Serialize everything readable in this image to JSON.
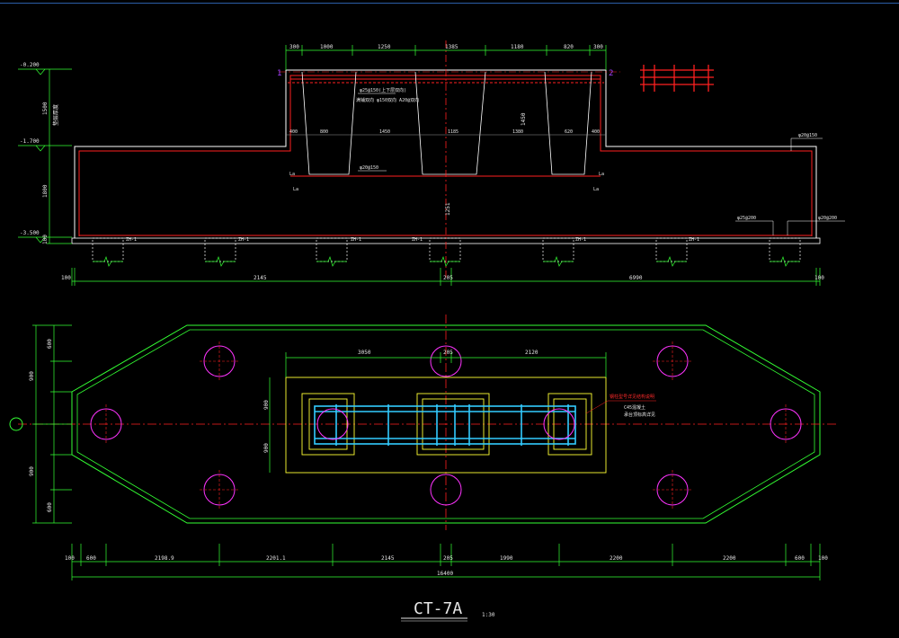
{
  "colors": {
    "background": "#000000",
    "outline_white": "#ffffff",
    "rebar_red": "#ff2020",
    "center_line_red": "#ff2020",
    "dim_green": "#33ff33",
    "pile_magenta": "#ff33ff",
    "cap_yellow": "#ffff33",
    "steel_cyan": "#33ccff",
    "marker_purple": "#a040ff"
  },
  "elevation": {
    "levels": [
      "-0.200",
      "-1.700",
      "-3.500"
    ],
    "left_dims": [
      "1500",
      "1800",
      "100"
    ],
    "left_dim_note": "垫层厚度",
    "top_dims": [
      "300",
      "1000",
      "1250",
      "1385",
      "1180",
      "820",
      "300"
    ],
    "inner_dims": [
      "400",
      "800",
      "1450",
      "1185",
      "1380",
      "620",
      "400"
    ],
    "section_markers": [
      "1",
      "2"
    ],
    "notes": {
      "rebar_note_1": "φ25@150(上下层双向)",
      "rebar_note_2": "满铺双向 φ150双向 A20@双向",
      "rebar_side_right": "φ20@150",
      "rebar_mid": "φ20@150",
      "rebar_bottom_1": "φ25@200",
      "rebar_bottom_2": "φ20@200",
      "lap": "La",
      "height_1": "1450",
      "height_2": "1251",
      "pile_tag": "ZH-1"
    },
    "bottom_dims": [
      "100",
      "2145",
      "205",
      "6990",
      "100"
    ]
  },
  "plan": {
    "top_dims": [
      "3050",
      "205",
      "2120"
    ],
    "left_dims": [
      "900",
      "900"
    ],
    "left_outer_dims": [
      "600",
      "900",
      "900",
      "600"
    ],
    "right_note_red": "钢柱型号详见结构说明",
    "right_note_1": "C45混凝土",
    "right_note_2": "承台顶标高详见",
    "bottom_dims": [
      "100",
      "600",
      "2198.9",
      "2201.1",
      "2145",
      "205",
      "1990",
      "2200",
      "2200",
      "600",
      "100"
    ],
    "total_dim": "16400"
  },
  "title": {
    "drawing_id": "CT-7A",
    "scale": "1:30"
  }
}
